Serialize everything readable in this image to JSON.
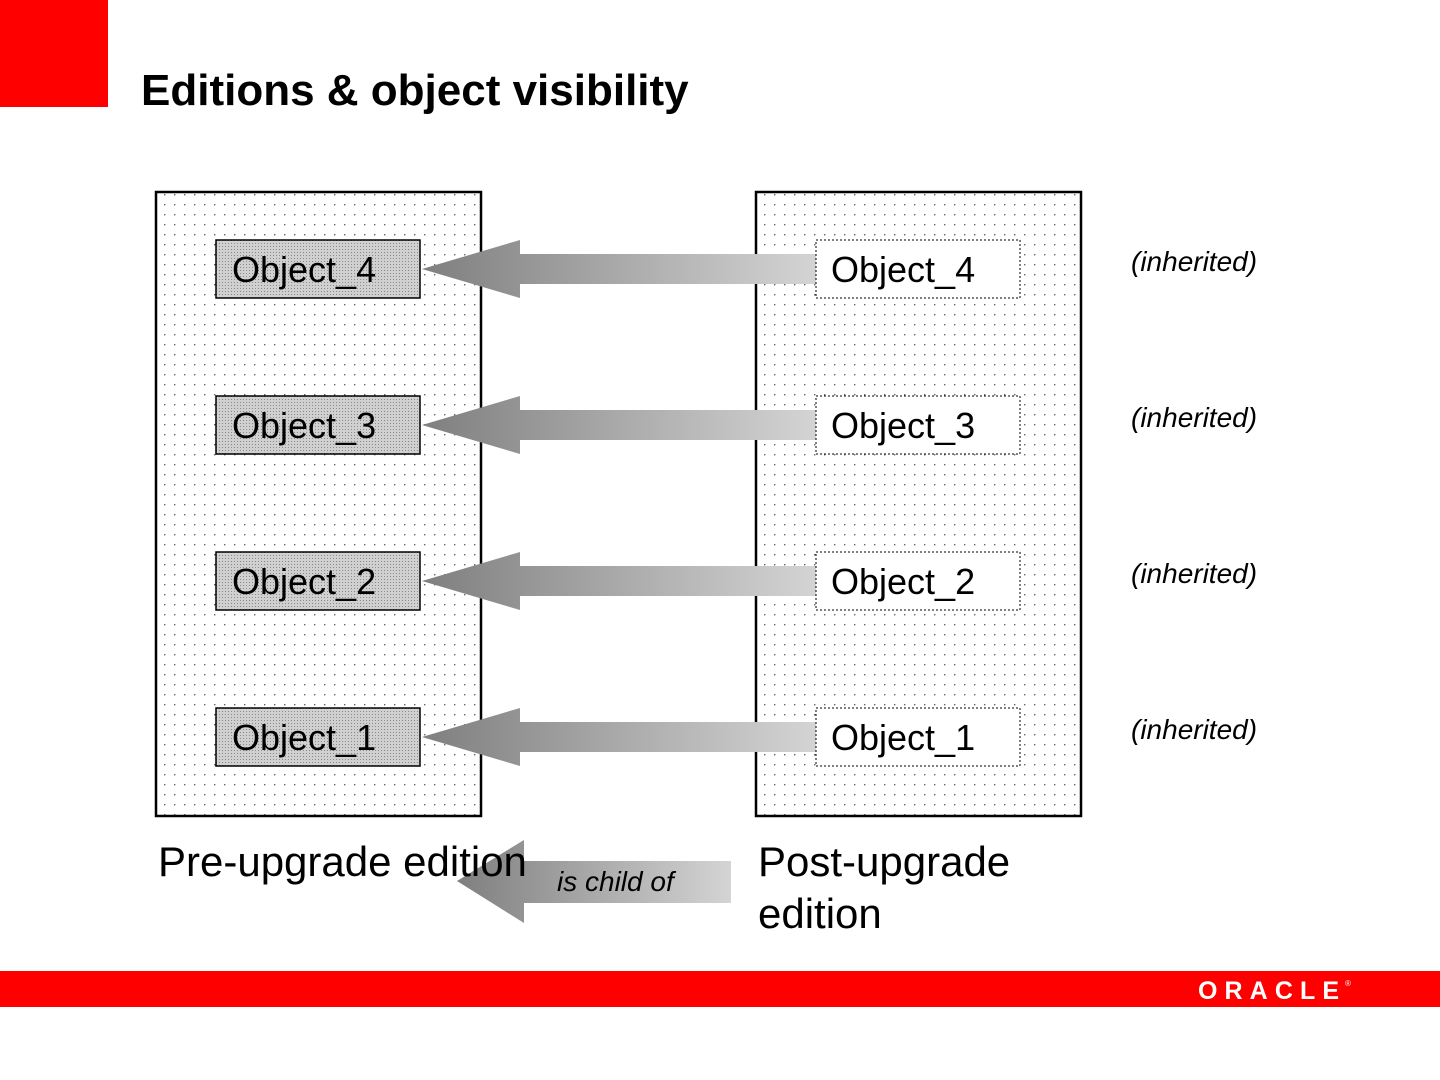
{
  "slide": {
    "title": "Editions & object visibility"
  },
  "colors": {
    "brand_red": "#ff0000",
    "box_border": "#000000",
    "arrow_dark": "#7f7f7f",
    "arrow_light": "#d4d4d4"
  },
  "pre_upgrade": {
    "caption": "Pre-upgrade edition",
    "objects": [
      "Object_4",
      "Object_3",
      "Object_2",
      "Object_1"
    ]
  },
  "post_upgrade": {
    "caption_line1": "Post-upgrade",
    "caption_line2": "edition",
    "objects": [
      "Object_4",
      "Object_3",
      "Object_2",
      "Object_1"
    ],
    "notes": [
      "(inherited)",
      "(inherited)",
      "(inherited)",
      "(inherited)"
    ]
  },
  "relationship": {
    "label": "is child of"
  },
  "footer": {
    "logo_text": "ORACLE",
    "logo_mark": "®"
  }
}
